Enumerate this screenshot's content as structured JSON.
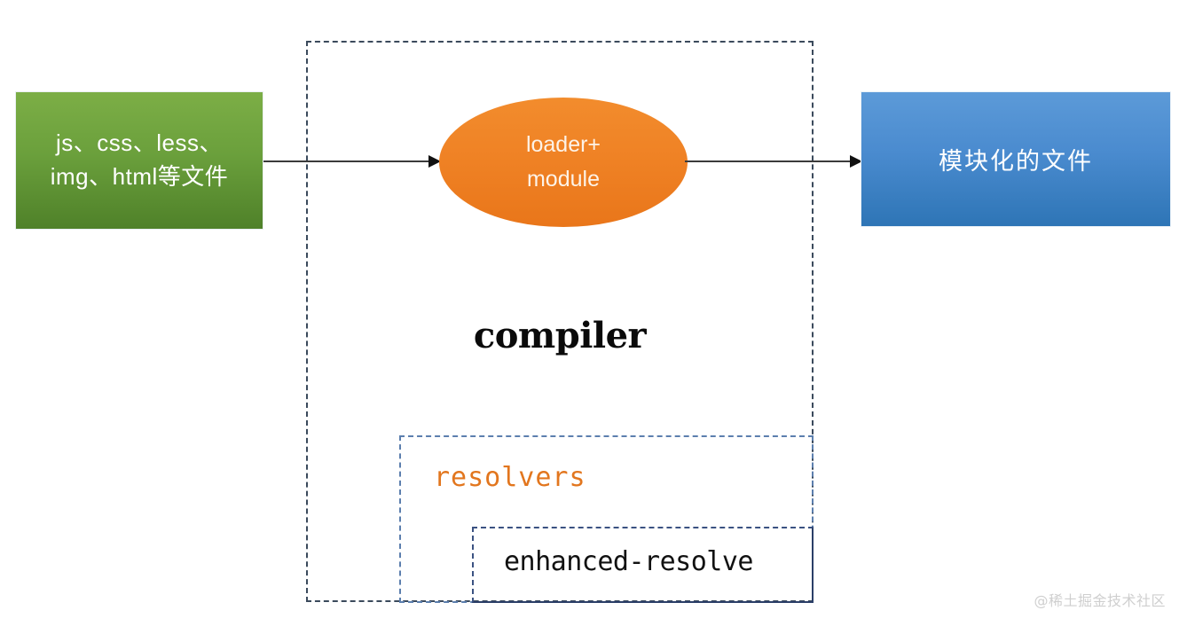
{
  "diagram": {
    "title": "webpack compiler flow",
    "source_node": {
      "label": "js、css、less、\nimg、html等文件",
      "fill_top": "#7cae46",
      "fill_bottom": "#4f8129",
      "text_color": "#ffffff"
    },
    "process_node": {
      "label": "loader+\nmodule",
      "fill_top": "#f28c2d",
      "fill_bottom": "#e9761a",
      "text_color": "#fdf3e8"
    },
    "output_node": {
      "label": "模块化的文件",
      "fill_top": "#5c9ad8",
      "fill_bottom": "#2e75b6",
      "text_color": "#ffffff"
    },
    "compiler_frame": {
      "label": "compiler",
      "border_color": "#3b4a5c",
      "border_style": "dashed"
    },
    "resolvers_frame": {
      "label": "resolvers",
      "border_color": "#5c7fae",
      "border_style": "dashed",
      "text_color": "#e2761e"
    },
    "enhanced_resolve_frame": {
      "label": "enhanced-resolve",
      "border_color": "#3b5282",
      "border_style": "dashed",
      "text_color": "#111111"
    },
    "arrows": [
      {
        "name": "source-to-loader",
        "color": "#3b3b3b"
      },
      {
        "name": "loader-to-output",
        "color": "#3b3b3b"
      }
    ]
  },
  "watermark": {
    "text": "@稀土掘金技术社区",
    "color": "#cfcfcf"
  }
}
